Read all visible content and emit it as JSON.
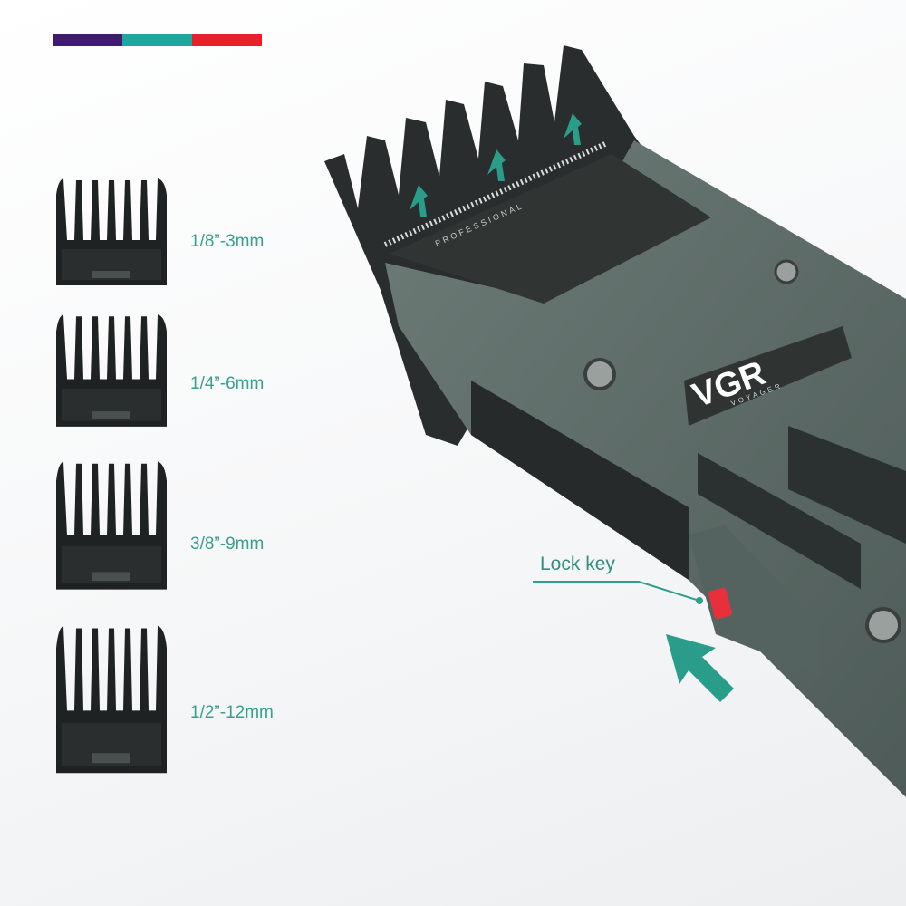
{
  "color_bar": [
    "#3f1a6e",
    "#1fa6a0",
    "#e8202a"
  ],
  "combs": [
    {
      "label": "1/8”-3mm"
    },
    {
      "label": "1/4”-6mm"
    },
    {
      "label": "3/8”-9mm"
    },
    {
      "label": "1/2”-12mm"
    }
  ],
  "clipper": {
    "brand": "VGR",
    "brand_sub": "VOYAGER",
    "blade_text": "PROFESSIONAL",
    "lock_label": "Lock key"
  },
  "colors": {
    "accent": "#2f9e8c",
    "lock": "#e8303a",
    "body": "#5d6b67"
  }
}
